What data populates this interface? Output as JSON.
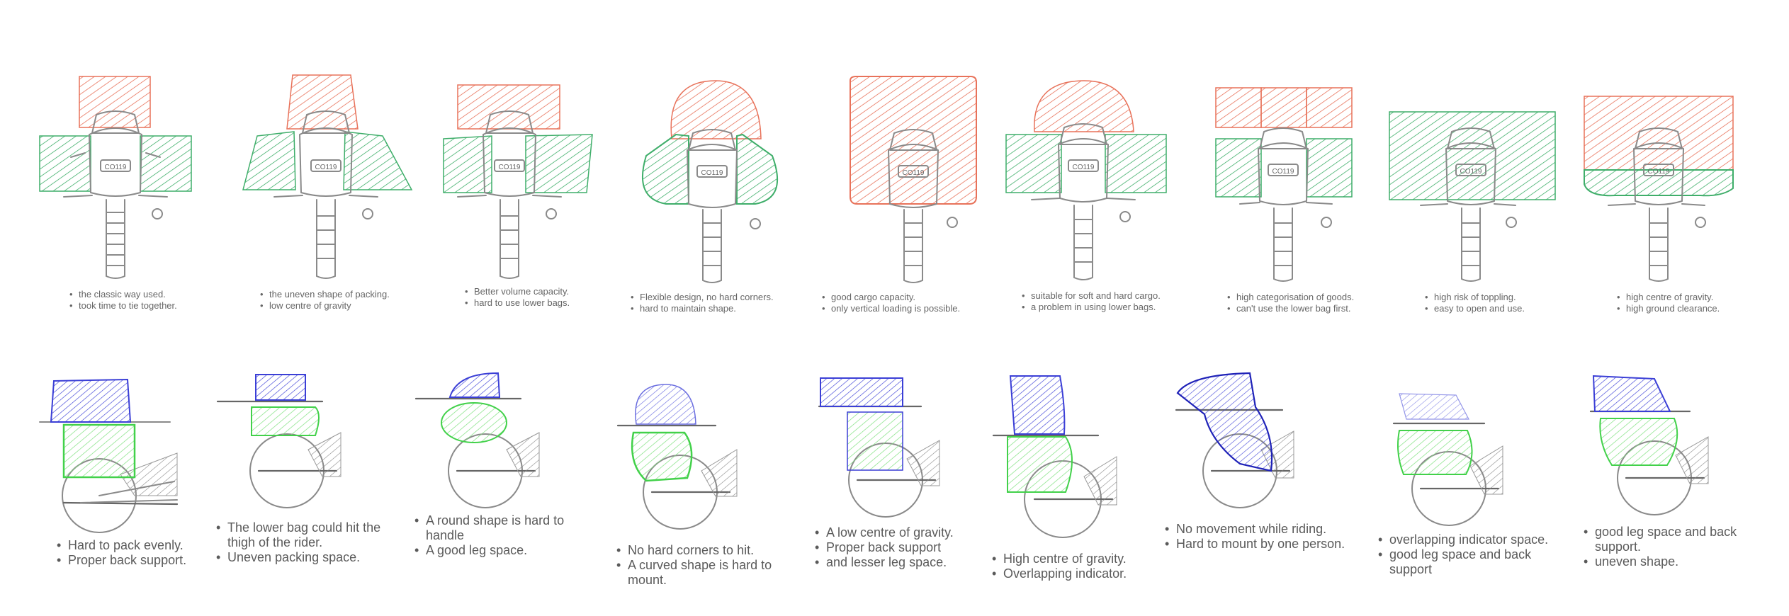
{
  "colors": {
    "red": "#e8725a",
    "green": "#3fae6a",
    "blue": "#3b3fd6",
    "lime": "#42d14a",
    "sketch": "#8a8a8a"
  },
  "top_row": [
    {
      "plate": "CO119",
      "notes": [
        "the classic way used.",
        "took time to tie together."
      ]
    },
    {
      "plate": "CO119",
      "notes": [
        "the uneven shape of packing.",
        "low centre of gravity"
      ]
    },
    {
      "plate": "CO119",
      "notes": [
        "Better volume capacity.",
        "hard to use lower bags."
      ]
    },
    {
      "plate": "CO119",
      "notes": [
        "Flexible design, no hard corners.",
        "hard to maintain shape."
      ]
    },
    {
      "plate": "CO119",
      "notes": [
        "good cargo capacity.",
        "only vertical loading is possible."
      ]
    },
    {
      "plate": "CO119",
      "notes": [
        "suitable for soft and hard cargo.",
        "a problem in using lower bags."
      ]
    },
    {
      "plate": "CO119",
      "notes": [
        "high categorisation of goods.",
        "can't use the lower bag first."
      ]
    },
    {
      "plate": "CO119",
      "notes": [
        "high risk of toppling.",
        "easy to open and use."
      ]
    },
    {
      "plate": "CO119",
      "notes": [
        "high centre of gravity.",
        "high ground clearance."
      ]
    }
  ],
  "bottom_row": [
    {
      "notes": [
        "Hard to pack evenly.",
        "Proper back support."
      ]
    },
    {
      "notes": [
        "The lower bag could hit the thigh of the rider.",
        "Uneven packing space."
      ]
    },
    {
      "notes": [
        "A round shape is hard to handle",
        "A good leg space."
      ]
    },
    {
      "notes": [
        "No hard corners to hit.",
        "A curved shape is hard to mount."
      ]
    },
    {
      "notes": [
        "A low centre of gravity.",
        "Proper back support",
        "and lesser leg space."
      ]
    },
    {
      "notes": [
        "High centre of gravity.",
        "Overlapping indicator."
      ]
    },
    {
      "notes": [
        "No movement while riding.",
        "Hard to mount by one person."
      ]
    },
    {
      "notes": [
        "overlapping indicator space.",
        "good leg space and back support",
        ""
      ]
    },
    {
      "notes": [
        "good leg space and back support.",
        "uneven shape."
      ]
    }
  ]
}
